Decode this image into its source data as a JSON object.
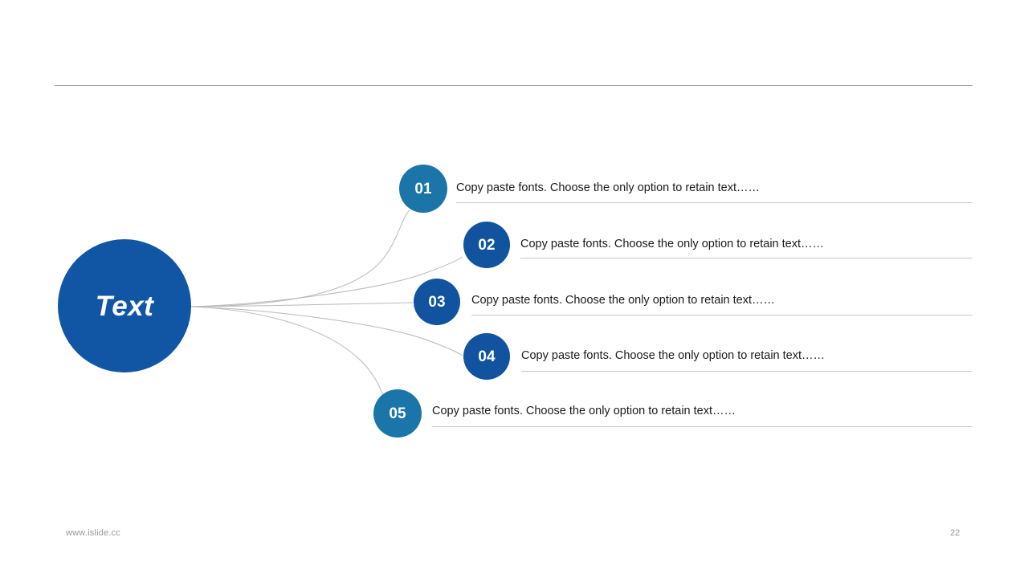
{
  "slide": {
    "page_number": "22",
    "website": "www.islide.cc",
    "background_color": "#ffffff",
    "rule_color": "#a6a6a6"
  },
  "hub": {
    "label": "Text",
    "color": "#1156a5",
    "text_color": "#ffffff"
  },
  "items": [
    {
      "number": "01",
      "text": "Copy paste fonts. Choose the only option to retain text……",
      "color": "#1b75a8"
    },
    {
      "number": "02",
      "text": "Copy paste fonts. Choose the only option to retain text……",
      "color": "#11539f"
    },
    {
      "number": "03",
      "text": "Copy paste fonts. Choose the only option to retain text……",
      "color": "#11539f"
    },
    {
      "number": "04",
      "text": "Copy paste fonts. Choose the only option to retain text……",
      "color": "#11539f"
    },
    {
      "number": "05",
      "text": "Copy paste fonts. Choose the only option to retain text……",
      "color": "#1b75a8"
    }
  ]
}
